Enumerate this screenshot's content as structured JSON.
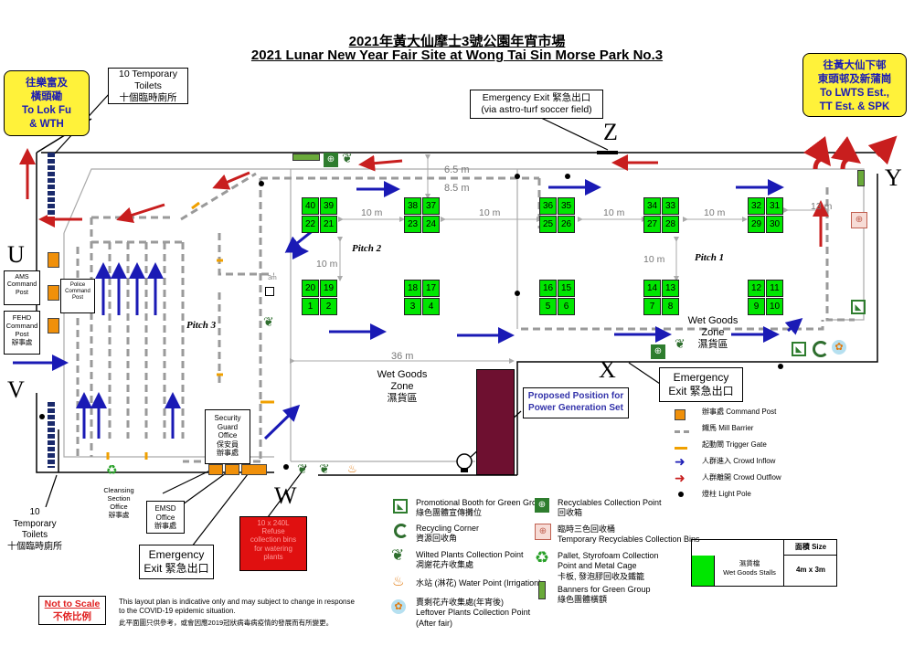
{
  "title": {
    "zh": "2021年黃大仙摩士3號公園年宵市場",
    "en": "2021 Lunar New Year Fair Site at Wong Tai Sin Morse Park No.3"
  },
  "directions": {
    "left": {
      "zh_1": "往樂富及",
      "zh_2": "橫頭磡",
      "en_1": "To Lok Fu",
      "en_2": "& WTH"
    },
    "right": {
      "zh_1": "往黃大仙下邨",
      "zh_2": "東頭邨及新蒲崗",
      "en_1": "To LWTS Est.,",
      "en_2": "TT Est. & SPK"
    }
  },
  "toilets_top": {
    "en_1": "10 Temporary",
    "en_2": "Toilets",
    "zh": "十個臨時廁所"
  },
  "toilets_bottom": {
    "en_1": "10",
    "en_2": "Temporary",
    "en_3": "Toilets",
    "zh": "十個臨時廁所"
  },
  "emergency_exit_z": {
    "line1": "Emergency Exit 緊急出口",
    "line2": "(via astro-turf soccer field)"
  },
  "emergency_exit_x": {
    "line1": "Emergency",
    "line2": "Exit 緊急出口"
  },
  "emergency_exit_w": {
    "line1": "Emergency",
    "line2": "Exit 緊急出口"
  },
  "letters": {
    "u": "U",
    "v": "V",
    "w": "W",
    "x": "X",
    "y": "Y",
    "z": "Z"
  },
  "offices": {
    "ams": {
      "l1": "AMS",
      "l2": "Command",
      "l3": "Post"
    },
    "police": {
      "l1": "Police",
      "l2": "Command",
      "l3": "Post"
    },
    "fehd": {
      "l1": "FEHD",
      "l2": "Command",
      "l3": "Post",
      "l4": "辦事處"
    },
    "security": {
      "l1": "Security",
      "l2": "Guard",
      "l3": "Office",
      "l4": "保安員",
      "l5": "辦事處"
    },
    "cleansing": {
      "l1": "Cleansing",
      "l2": "Section",
      "l3": "Office",
      "l4": "辦事處"
    },
    "emsd": {
      "l1": "EMSD",
      "l2": "Office",
      "l3": "辦事處"
    }
  },
  "power": {
    "l1": "Proposed  Position for",
    "l2": "Power Generation Set"
  },
  "refuse": {
    "l1": "10 x 240L",
    "l2": "Refuse",
    "l3": "collection bins",
    "l4": "for watering",
    "l5": "plants"
  },
  "pitches": {
    "p1": "Pitch 1",
    "p2": "Pitch 2",
    "p3": "Pitch 3"
  },
  "zones": {
    "main": {
      "en": "Wet Goods Zone",
      "zh": "濕貨區"
    },
    "right": {
      "en": "Wet Goods Zone",
      "zh": "濕貨區"
    }
  },
  "distances": {
    "d65": "6.5 m",
    "d85": "8.5 m",
    "d36": "36 m",
    "d13": "13 m",
    "d10a": "10 m",
    "d10b": "10 m",
    "d10c": "10 m",
    "d10d": "10 m",
    "d10e": "10 m",
    "d10f": "10 m",
    "d3": "3m"
  },
  "stalls": [
    "40",
    "39",
    "22",
    "21",
    "38",
    "37",
    "23",
    "24",
    "36",
    "35",
    "25",
    "26",
    "34",
    "33",
    "27",
    "28",
    "32",
    "31",
    "29",
    "30",
    "20",
    "19",
    "1",
    "2",
    "18",
    "17",
    "3",
    "4",
    "16",
    "15",
    "5",
    "6",
    "14",
    "13",
    "7",
    "8",
    "12",
    "11",
    "9",
    "10"
  ],
  "legend_right": [
    {
      "zh": "辦事處",
      "en": "Command Post"
    },
    {
      "zh": "鐵馬",
      "en": "Mill Barrier"
    },
    {
      "zh": "起動閘",
      "en": "Trigger Gate"
    },
    {
      "zh": "人群進入",
      "en": "Crowd Inflow"
    },
    {
      "zh": "人群離開",
      "en": "Crowd Outflow"
    },
    {
      "zh": "燈柱",
      "en": "Light Pole"
    }
  ],
  "legend_bottom": {
    "promo": {
      "en": "Promotional Booth for Green Group",
      "zh": "綠色團體宣傳攤位"
    },
    "recycle_corner": {
      "en": "Recycling Corner",
      "zh": "資源回收角"
    },
    "wilted": {
      "en": "Wilted Plants Collection Point",
      "zh": "凋謝花卉收集處"
    },
    "water": {
      "en": "水站 (淋花) Water Point (Irrigation)"
    },
    "leftover": {
      "zh": "賣剩花卉收集處(年宵後)",
      "en": "Leftover Plants Collection Point",
      "en2": "(After fair)"
    },
    "recyclables": {
      "en": "Recyclables Collection Point",
      "zh": "回收箱"
    },
    "temp_bins": {
      "zh": "臨時三色回收桶",
      "en": "Temporary Recyclables Collection Bins"
    },
    "pallet": {
      "en": "Pallet, Styrofoam Collection",
      "en2": "Point and Metal Cage",
      "zh": "卡板, 發泡膠回收及鐵籠"
    },
    "banners": {
      "en": "Banners for Green Group",
      "zh": "綠色團體橫額"
    }
  },
  "size_table": {
    "header": "面積 Size",
    "zh": "濕貨檔",
    "en": "Wet Goods Stalls",
    "size": "4m x 3m"
  },
  "footer": {
    "not_to_scale_en": "Not to Scale",
    "not_to_scale_zh": "不依比例",
    "note_en_1": "This layout plan is indicative only and may subject to change in response",
    "note_en_2": "to the COVID-19 epidemic situation.",
    "note_zh": "此平面圖只供參考，或會因應2019冠狀病毒病疫情的發展而有所變更。"
  },
  "colors": {
    "stall_green": "#00e600",
    "inflow_blue": "#1a1ab5",
    "outflow_red": "#c81e1e",
    "barrier_gray": "#9a9a9a",
    "trigger_orange": "#f0a000",
    "command_orange": "#f0900a",
    "yellow_box": "#fff23a",
    "generator": "#6e1030"
  }
}
